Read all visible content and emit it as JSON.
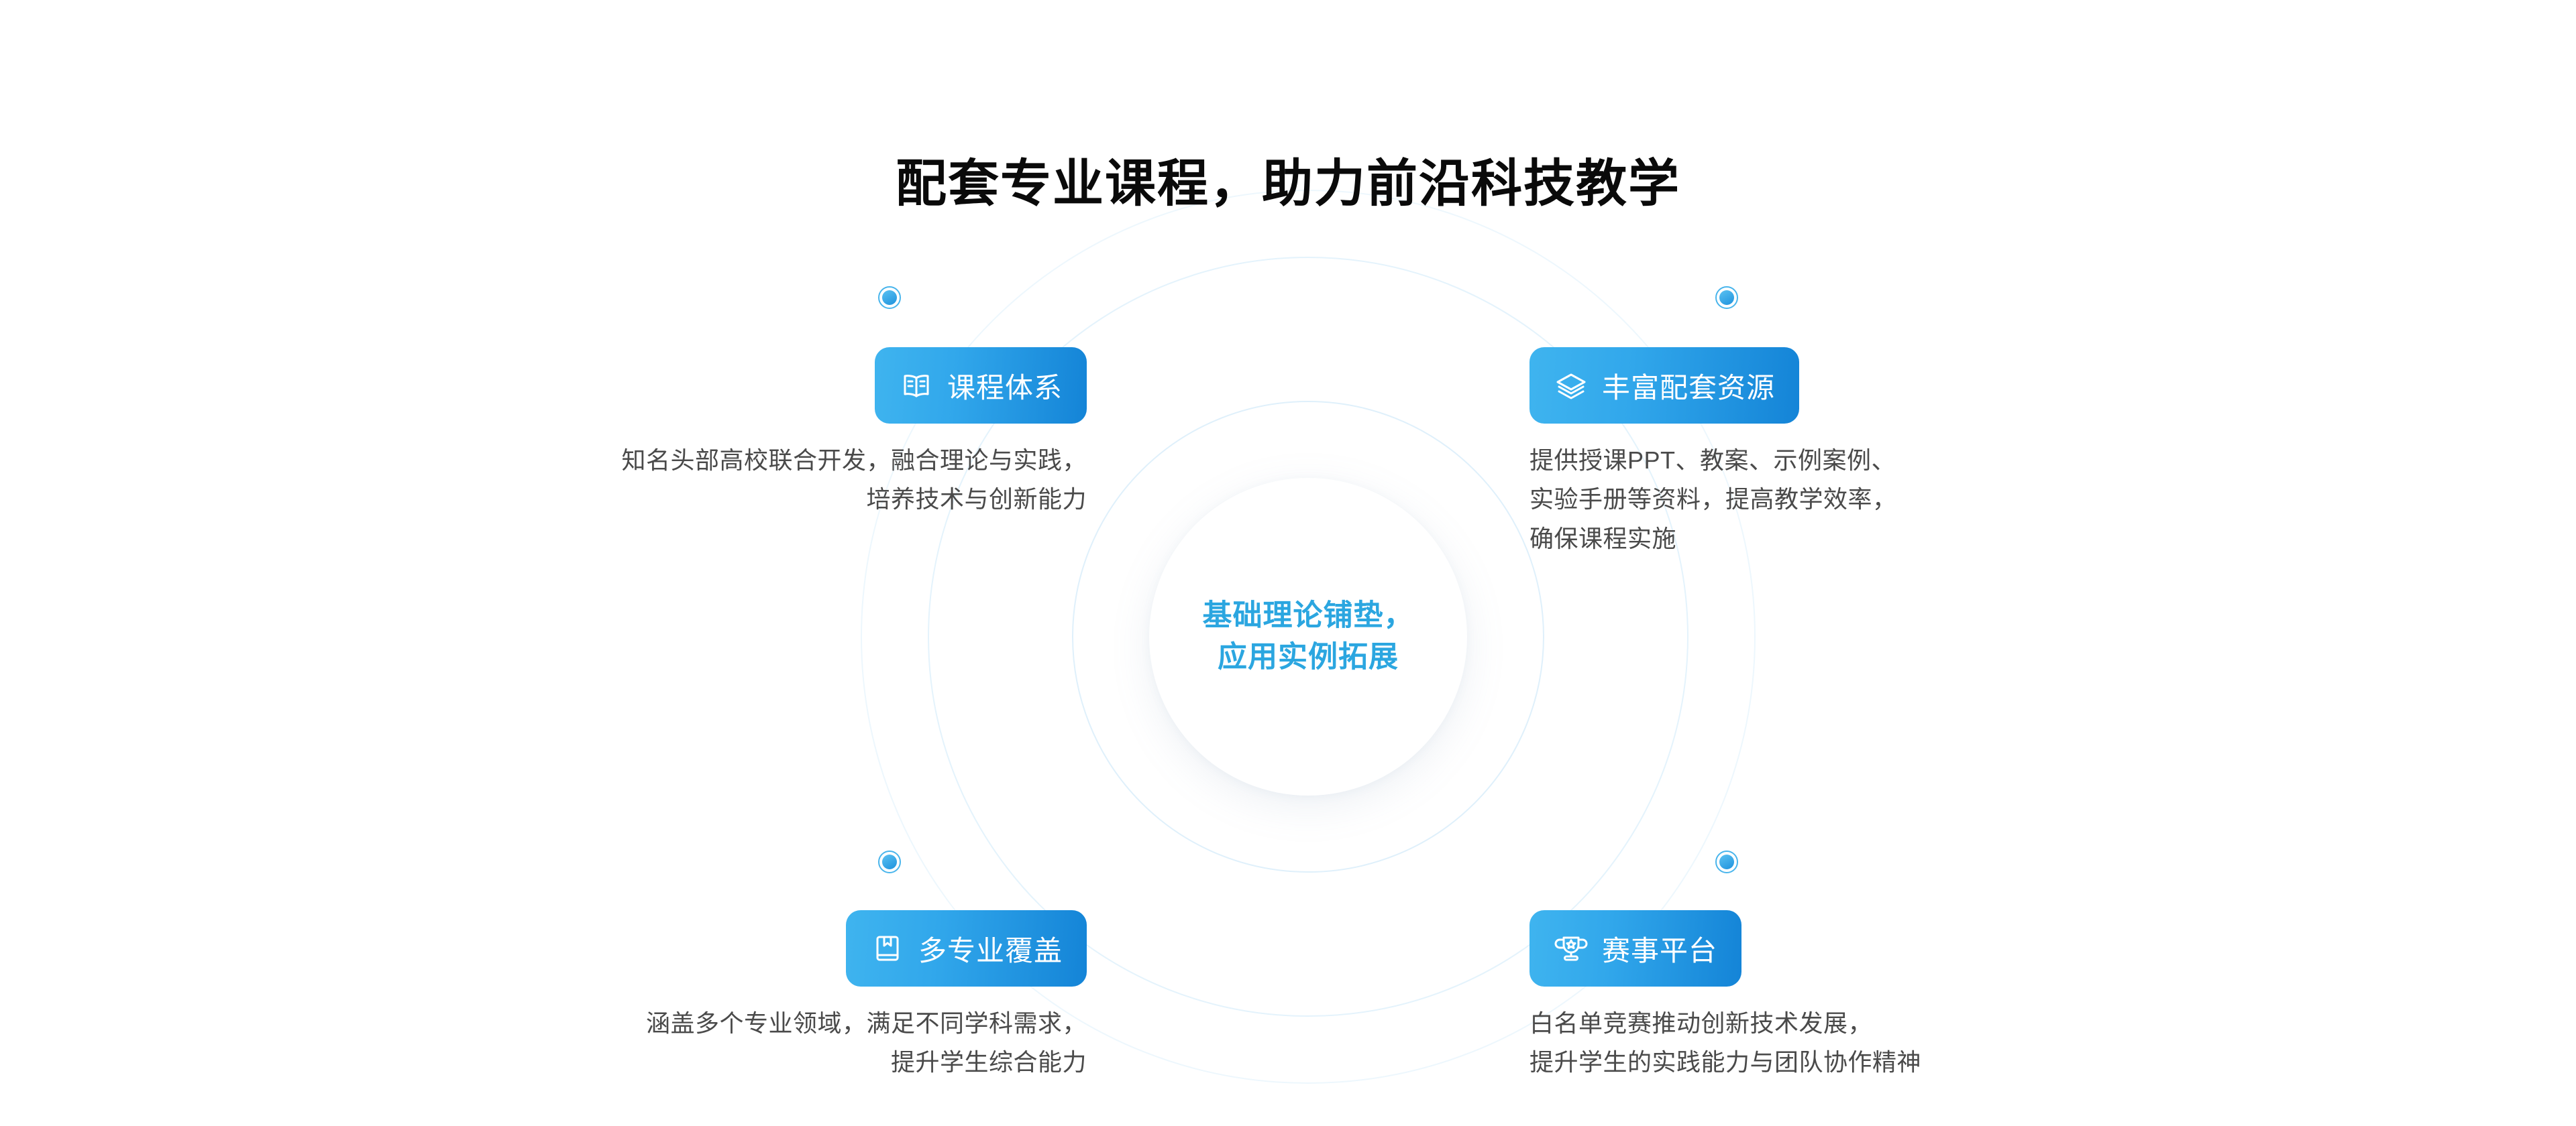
{
  "page": {
    "title": "配套专业课程，助力前沿科技教学",
    "background_color": "#ffffff"
  },
  "colors": {
    "accent": "#2BA6E0",
    "badge_gradient_start": "#3fb4ef",
    "badge_gradient_end": "#1484d7",
    "title_text": "#0a0a0a",
    "body_text": "#4a4a4a",
    "ring_stroke": "#e4f3fc"
  },
  "center": {
    "line1": "基础理论铺垫，",
    "line2": "应用实例拓展"
  },
  "nodes": [
    {
      "id": "course-system",
      "position": "top-left",
      "icon": "open-book-icon",
      "label": "课程体系",
      "desc_lines": [
        "知名头部高校联合开发，融合理论与实践，",
        "培养技术与创新能力"
      ]
    },
    {
      "id": "rich-resources",
      "position": "top-right",
      "icon": "layers-icon",
      "label": "丰富配套资源",
      "desc_lines": [
        "提供授课PPT、教案、示例案例、",
        "实验手册等资料，提高教学效率，",
        "确保课程实施"
      ]
    },
    {
      "id": "multi-major-coverage",
      "position": "bottom-left",
      "icon": "bookmark-book-icon",
      "label": "多专业覆盖",
      "desc_lines": [
        "涵盖多个专业领域，满足不同学科需求，",
        "提升学生综合能力"
      ]
    },
    {
      "id": "competition-platform",
      "position": "bottom-right",
      "icon": "trophy-icon",
      "label": "赛事平台",
      "desc_lines": [
        "白名单竞赛推动创新技术发展，",
        "提升学生的实践能力与团队协作精神"
      ]
    }
  ]
}
